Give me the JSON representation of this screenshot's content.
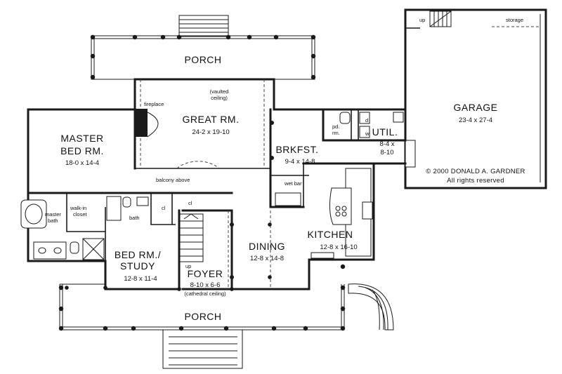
{
  "rooms": {
    "porch_top": "PORCH",
    "porch_bottom": "PORCH",
    "great_rm": {
      "name": "GREAT RM.",
      "dims": "24-2 x 19-10"
    },
    "master_bed": {
      "name_line1": "MASTER",
      "name_line2": "BED RM.",
      "dims": "18-0 x 14-4"
    },
    "brkfst": {
      "name": "BRKFST.",
      "dims": "9-4 x 14-8"
    },
    "util": {
      "name": "UTIL.",
      "dims_line1": "8-4 x",
      "dims_line2": "8-10"
    },
    "garage": {
      "name": "GARAGE",
      "dims": "23-4 x 27-4"
    },
    "kitchen": {
      "name": "KITCHEN",
      "dims": "12-8 x 16-10"
    },
    "dining": {
      "name": "DINING",
      "dims": "12-8 x 14-8"
    },
    "bed_study": {
      "name_line1": "BED RM./",
      "name_line2": "STUDY",
      "dims": "12-8 x 11-4"
    },
    "foyer": {
      "name": "FOYER",
      "dims": "8-10 x 6-6",
      "note": "(cathedral ceiling)"
    }
  },
  "notes": {
    "fireplace": "fireplace",
    "vaulted_line1": "(vaulted",
    "vaulted_line2": "ceiling)",
    "balcony": "balcony above",
    "wet_bar": "wet bar",
    "pd_rm_line1": "pd.",
    "pd_rm_line2": "rm.",
    "dryer": "d",
    "washer": "w",
    "up_garage": "up",
    "storage": "storage",
    "walk_in_line1": "walk-in",
    "walk_in_line2": "closet",
    "master_bath_line1": "master",
    "master_bath_line2": "bath",
    "bath": "bath",
    "cl_1": "cl",
    "cl_2": "cl",
    "up_stair": "up"
  },
  "copyright": {
    "line1": "© 2000 DONALD A. GARDNER",
    "line2": "All rights reserved"
  }
}
